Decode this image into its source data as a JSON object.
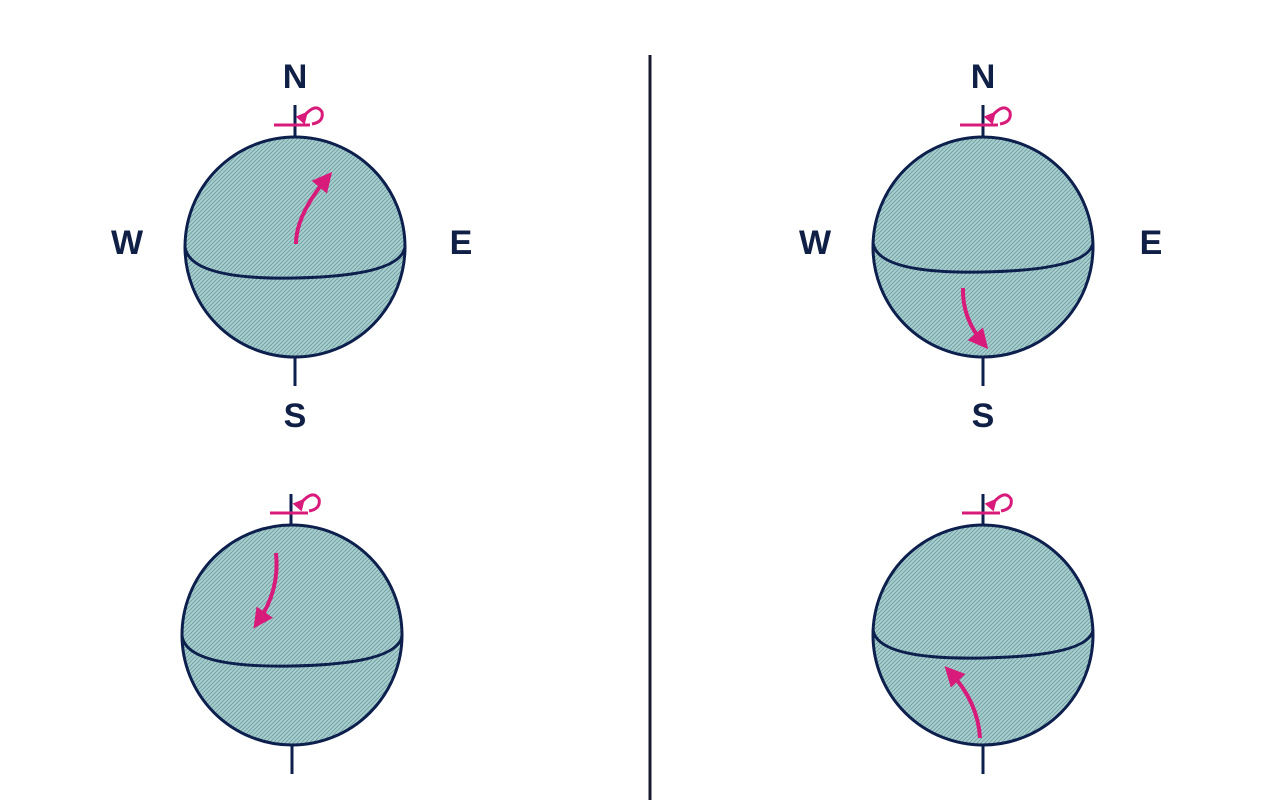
{
  "colors": {
    "globe_fill": "#a9cfd0",
    "globe_stroke": "#0d1f4d",
    "arrow": "#d81b7a",
    "label": "#0f1f45",
    "divider": "#1a1a2e"
  },
  "icons": {
    "globe": "hatched-sphere",
    "rotation": "counterclockwise-spin-arrow",
    "motion": "curved-arrow"
  },
  "labels": {
    "north": "N",
    "south": "S",
    "west": "W",
    "east": "E"
  }
}
